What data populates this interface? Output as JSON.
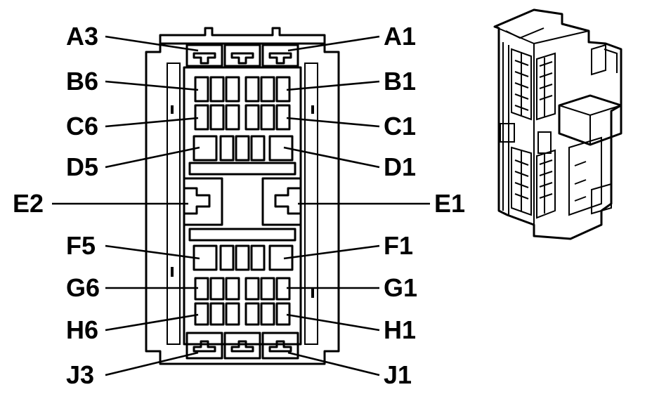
{
  "diagram": {
    "labels": {
      "A3": "A3",
      "A1": "A1",
      "B6": "B6",
      "B1": "B1",
      "C6": "C6",
      "C1": "C1",
      "D5": "D5",
      "D1": "D1",
      "E2": "E2",
      "E1": "E1",
      "F5": "F5",
      "F1": "F1",
      "G6": "G6",
      "G1": "G1",
      "H6": "H6",
      "H1": "H1",
      "J3": "J3",
      "J1": "J1"
    },
    "rows": {
      "B": 6,
      "C": 6,
      "G": 6,
      "H": 6,
      "D": 5,
      "F": 5,
      "A": 3,
      "J": 3,
      "E": 2
    },
    "line_color": "#000000",
    "background": "#ffffff"
  }
}
